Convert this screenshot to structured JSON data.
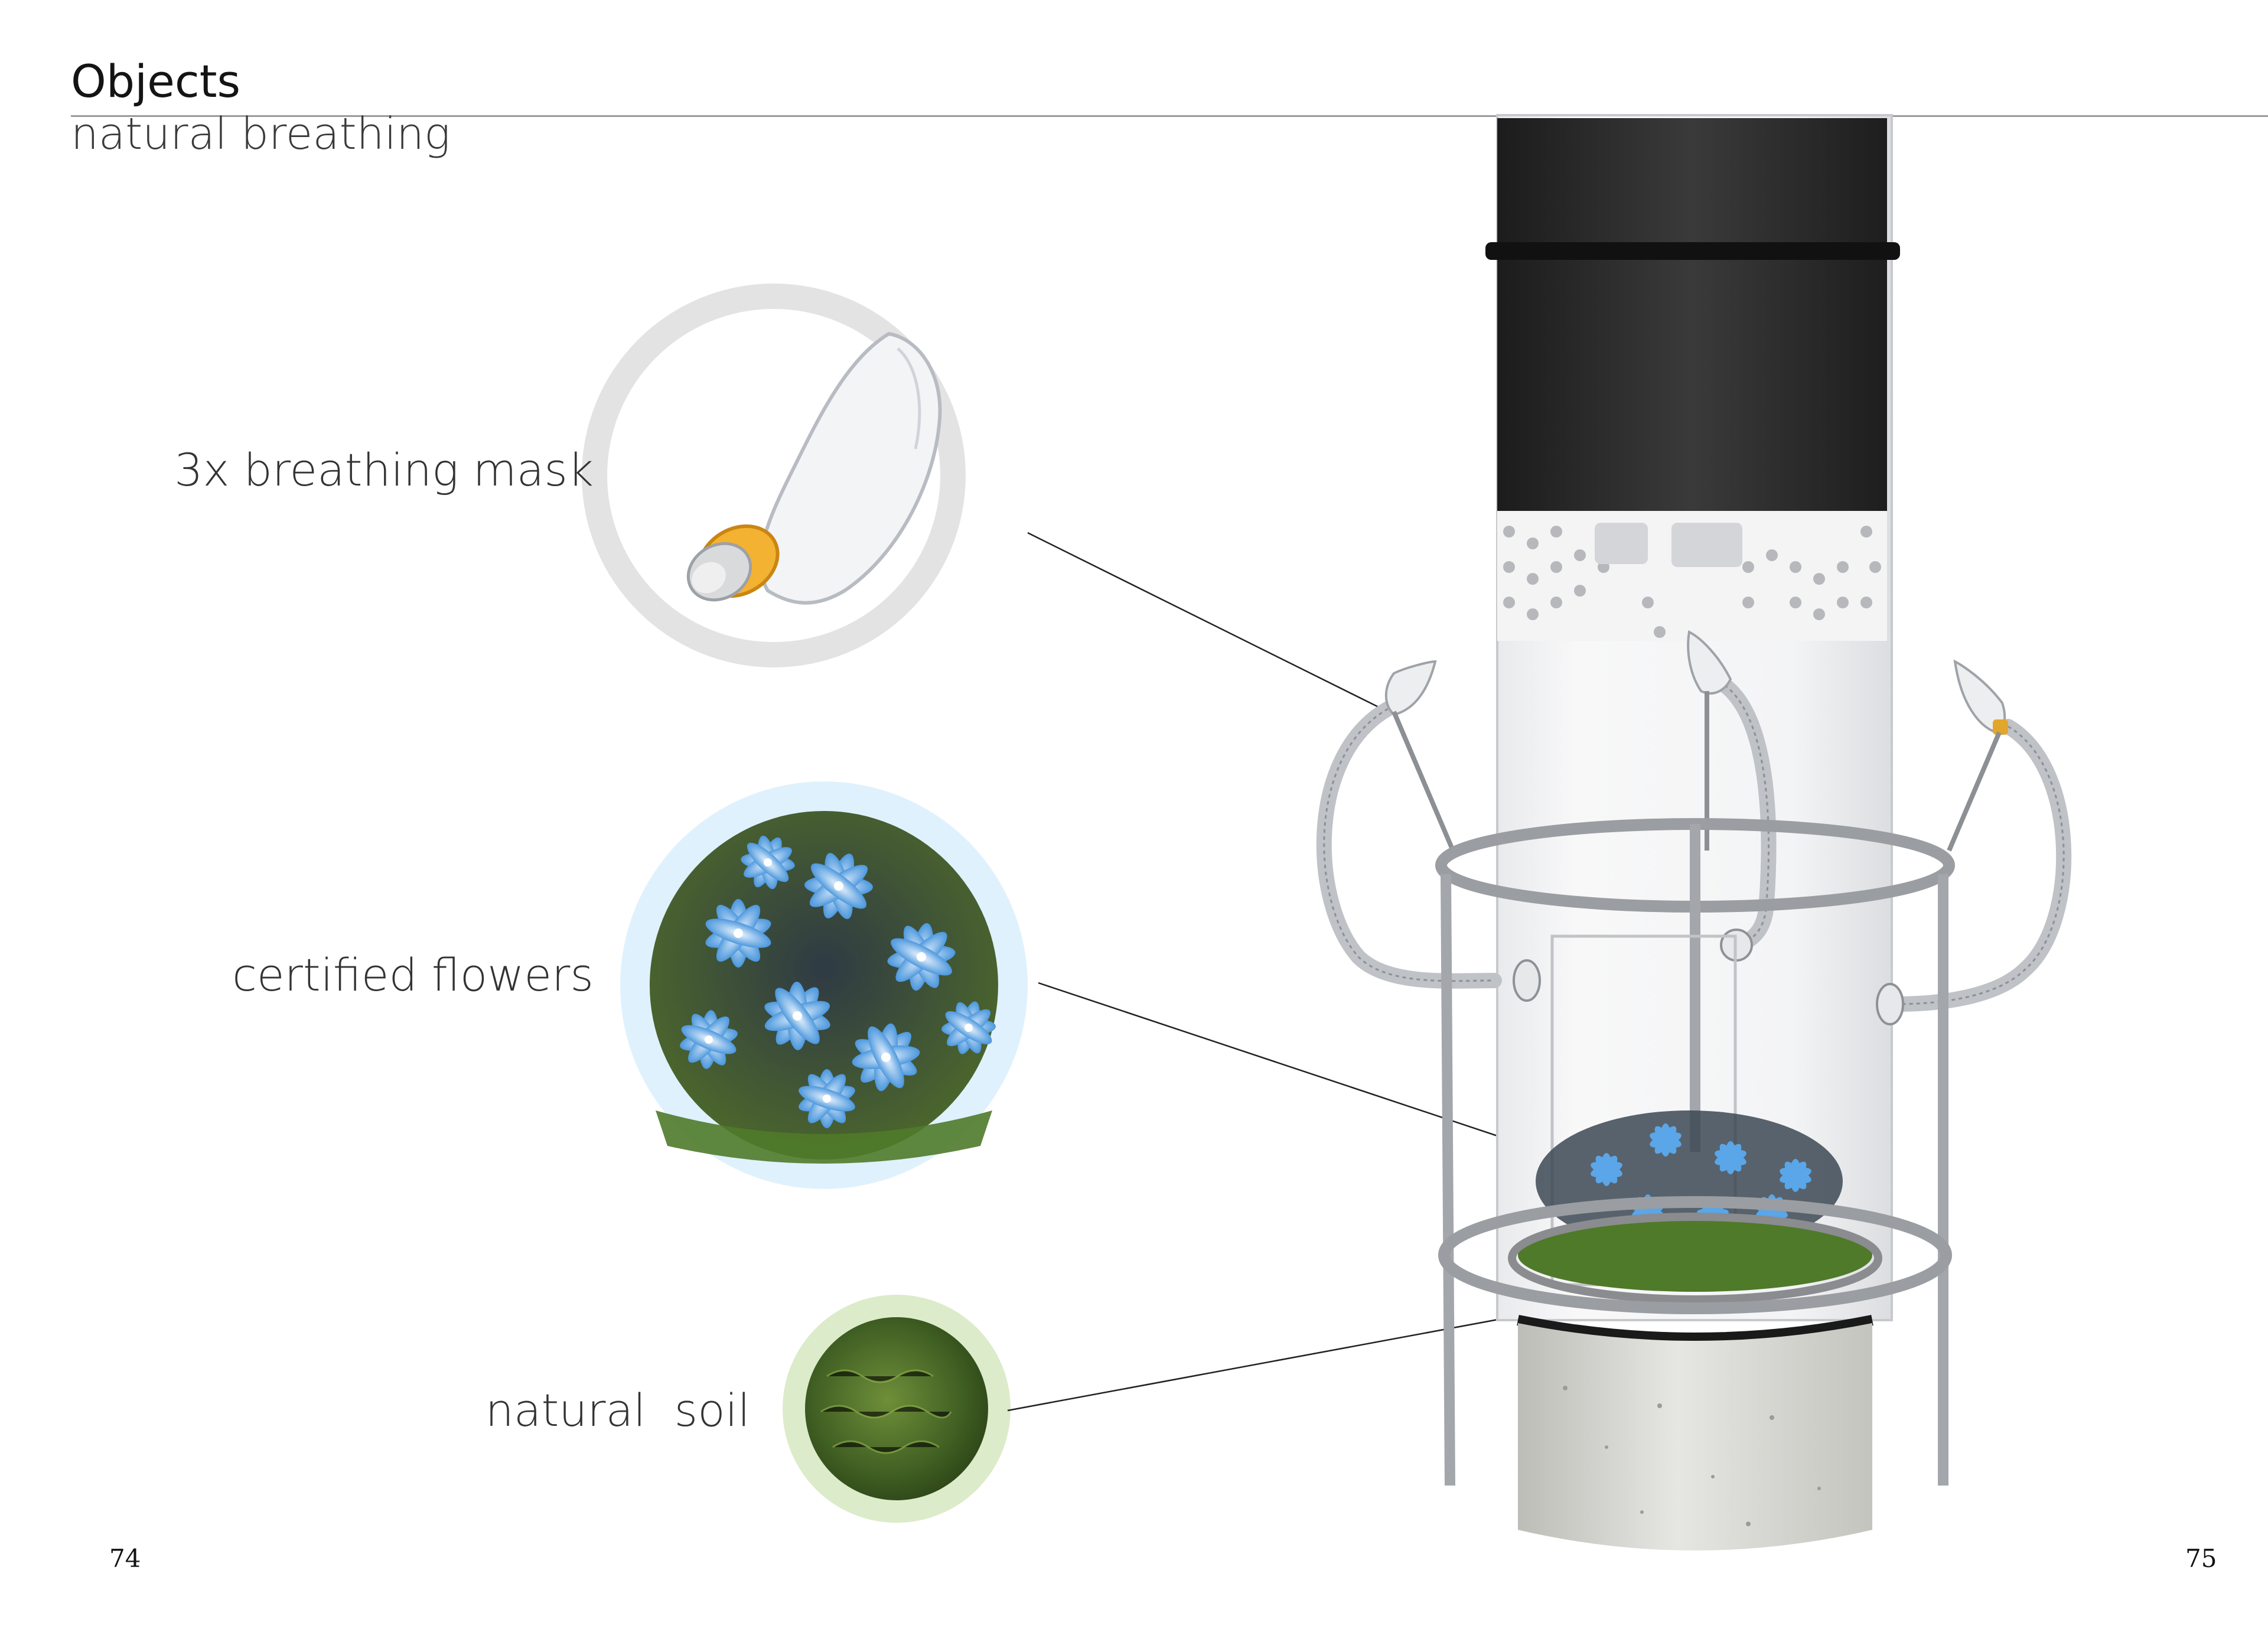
{
  "header": {
    "title": "Objects",
    "subtitle": "natural breathing"
  },
  "callouts": [
    {
      "label": "3x breathing mask"
    },
    {
      "label": "certified flowers"
    },
    {
      "label": "natural  soil"
    }
  ],
  "pages": {
    "left": "74",
    "right": "75"
  },
  "colors": {
    "mask_ring": "#e4e4e4",
    "flower_ring": "#dff1fc",
    "soil_ring": "#dcebc9",
    "cylinder_cap": "#2e2e2e",
    "flower_blue": "#5aa6e8",
    "grass_green": "#4f7a2a",
    "concrete": "#d6d6d2"
  }
}
